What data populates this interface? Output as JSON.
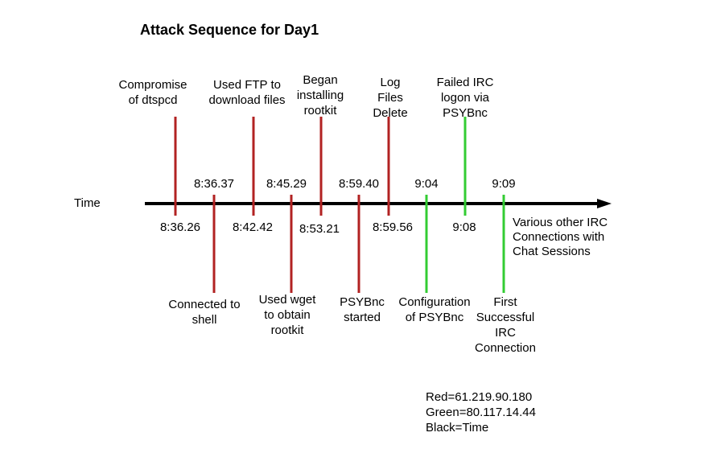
{
  "title": "Attack Sequence for Day1",
  "axis_label": "Time",
  "colors": {
    "red": "#b22222",
    "green": "#33cc33",
    "axis": "#000000"
  },
  "events": [
    {
      "time": "8:36.26",
      "label": "Compromise\nof dtspcd",
      "side": "above",
      "color": "red"
    },
    {
      "time": "8:36.37",
      "label": "Connected to\nshell",
      "side": "below",
      "color": "red"
    },
    {
      "time": "8:42.42",
      "label": "Used FTP to\ndownload files",
      "side": "above",
      "color": "red"
    },
    {
      "time": "8:45.29",
      "label": "Used wget\nto obtain\nrootkit",
      "side": "below",
      "color": "red"
    },
    {
      "time": "8:53.21",
      "label": "Began\ninstalling\nrootkit",
      "side": "above",
      "color": "red"
    },
    {
      "time": "8:59.40",
      "label": "PSYBnc\nstarted",
      "side": "below",
      "color": "red"
    },
    {
      "time": "8:59.56",
      "label": "Log\nFiles\nDelete",
      "side": "above",
      "color": "red"
    },
    {
      "time": "9:04",
      "label": "Configuration\nof PSYBnc",
      "side": "below",
      "color": "green"
    },
    {
      "time": "9:08",
      "label": "Failed IRC\nlogon via\nPSYBnc",
      "side": "above",
      "color": "green"
    },
    {
      "time": "9:09",
      "label": "First\nSuccessful\nIRC\nConnection",
      "side": "below",
      "color": "green"
    }
  ],
  "note": "Various other IRC\nConnections with\nChat Sessions",
  "legend": [
    "Red=61.219.90.180",
    "Green=80.117.14.44",
    "Black=Time"
  ]
}
